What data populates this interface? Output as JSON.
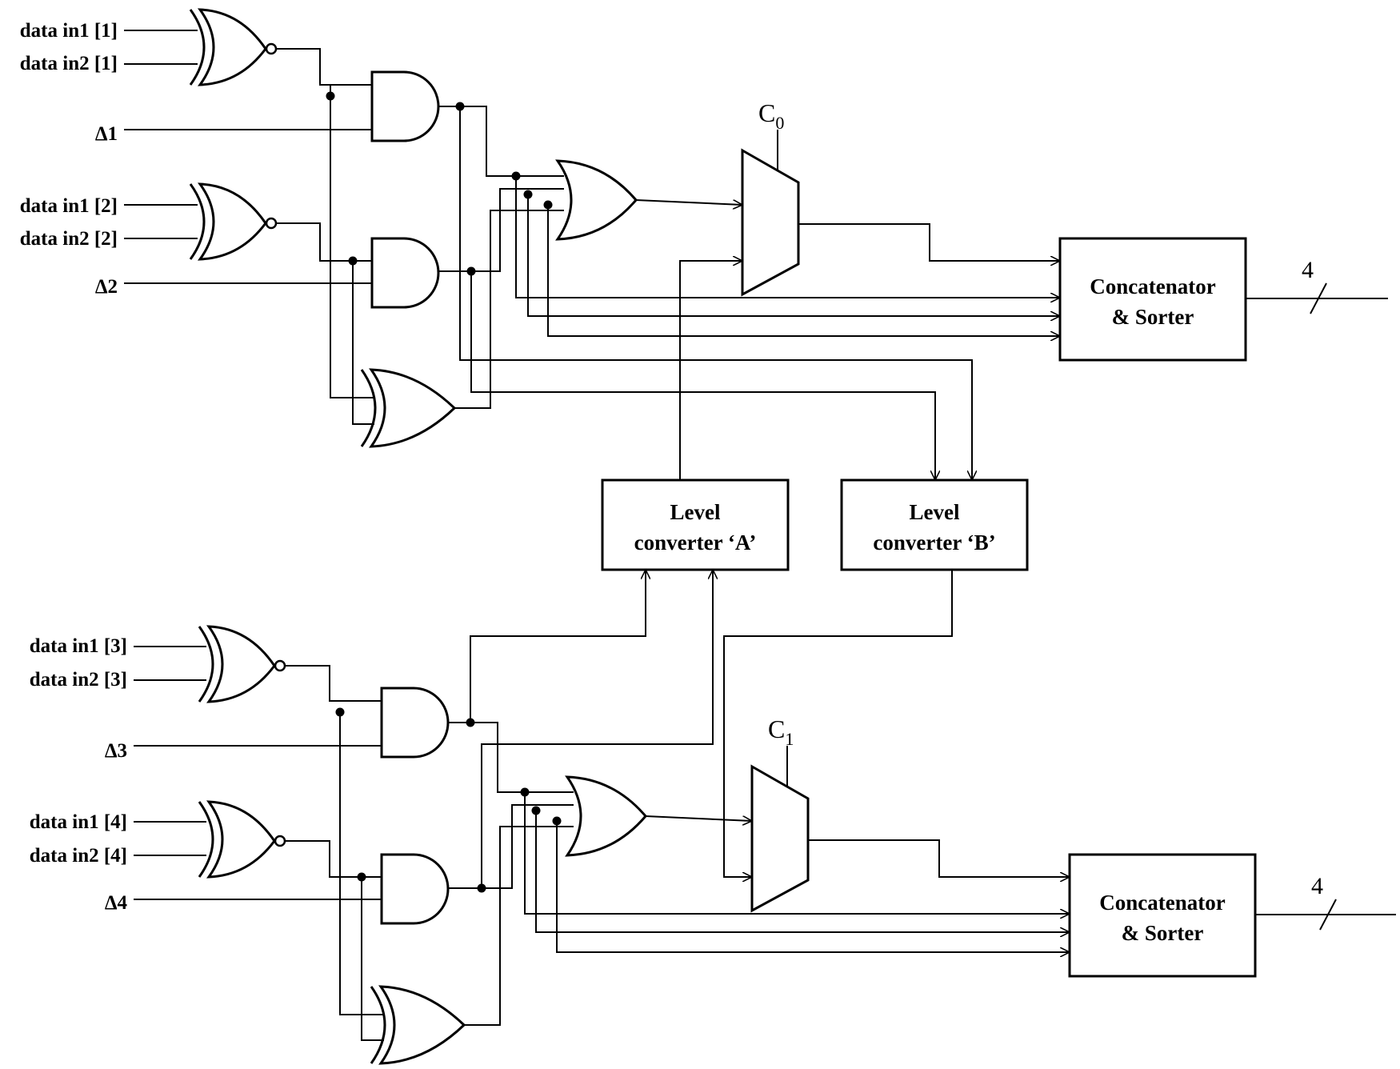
{
  "inputs": {
    "in1_1": "data in1 [1]",
    "in2_1": "data in2 [1]",
    "in1_2": "data in1 [2]",
    "in2_2": "data in2 [2]",
    "in1_3": "data in1 [3]",
    "in2_3": "data in2 [3]",
    "in1_4": "data in1 [4]",
    "in2_4": "data in2 [4]",
    "delta1": "Δ1",
    "delta2": "Δ2",
    "delta3": "Δ3",
    "delta4": "Δ4"
  },
  "controls": {
    "c0_base": "C",
    "c0_sub": "0",
    "c1_base": "C",
    "c1_sub": "1"
  },
  "blocks": {
    "concat_line1": "Concatenator",
    "concat_line2": "& Sorter",
    "lca_line1": "Level",
    "lca_line2": "converter ‘A’",
    "lcb_line1": "Level",
    "lcb_line2": "converter ‘B’"
  },
  "bus_width_top": "4",
  "bus_width_bottom": "4"
}
